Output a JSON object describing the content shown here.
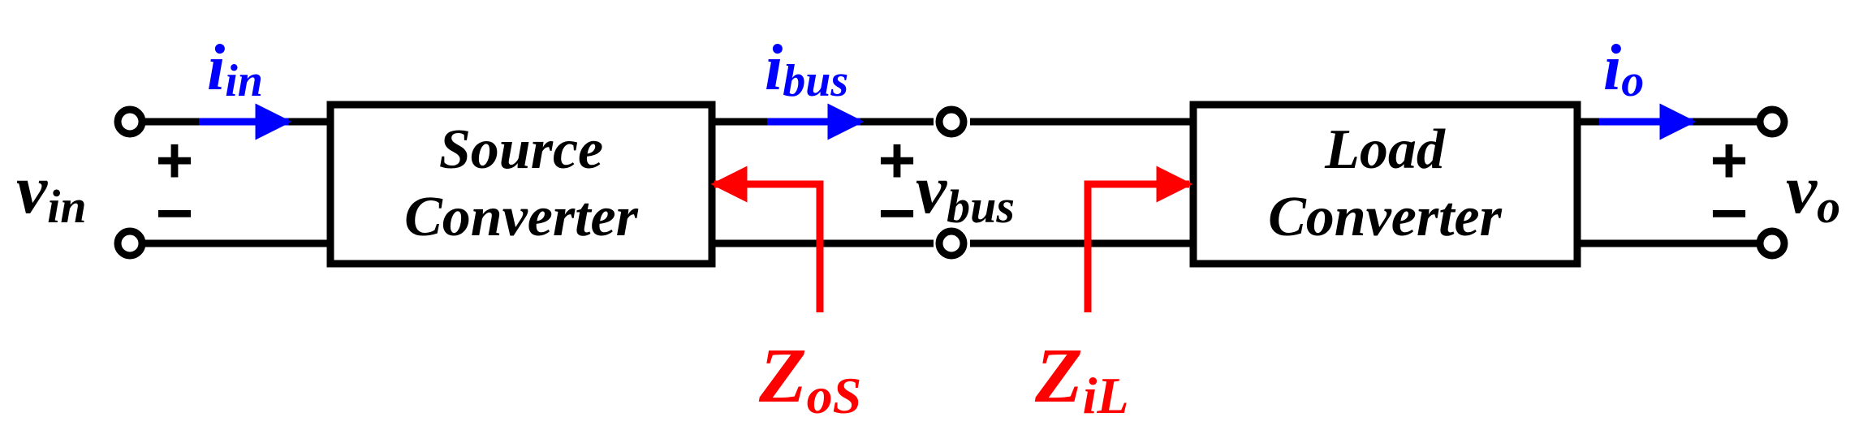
{
  "colors": {
    "wire": "#000000",
    "current": "#0000ff",
    "impedance": "#ff0000",
    "background": "#ffffff"
  },
  "blocks": {
    "source": {
      "line1": "Source",
      "line2": "Converter"
    },
    "load": {
      "line1": "Load",
      "line2": "Converter"
    }
  },
  "voltages": {
    "input": {
      "symbol": "v",
      "sub": "in",
      "plus": "+",
      "minus": "−"
    },
    "bus": {
      "symbol": "v",
      "sub": "bus",
      "plus": "+",
      "minus": "−"
    },
    "output": {
      "symbol": "v",
      "sub": "o",
      "plus": "+",
      "minus": "−"
    }
  },
  "currents": {
    "input": {
      "symbol": "i",
      "sub": "in"
    },
    "bus": {
      "symbol": "i",
      "sub": "bus"
    },
    "output": {
      "symbol": "i",
      "sub": "o"
    }
  },
  "impedances": {
    "source_output": {
      "symbol": "Z",
      "sub": "oS"
    },
    "load_input": {
      "symbol": "Z",
      "sub": "iL"
    }
  },
  "icons": [
    "terminal-icon",
    "current-arrow-icon",
    "impedance-arrow-icon"
  ]
}
